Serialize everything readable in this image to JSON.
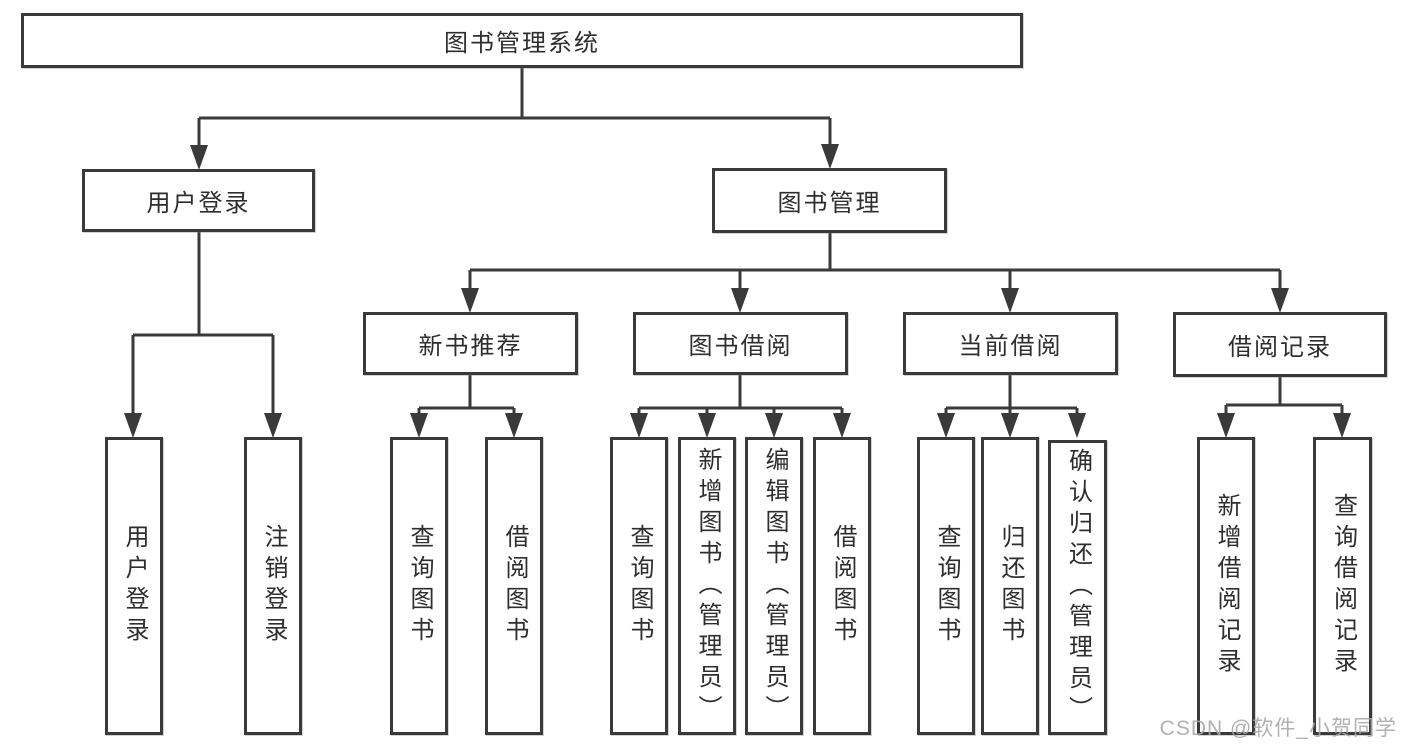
{
  "diagram": {
    "title": "图书管理系统",
    "nodes": {
      "root": {
        "label": "图书管理系统"
      },
      "level2": [
        {
          "label": "用户登录",
          "parent": "图书管理系统"
        },
        {
          "label": "图书管理",
          "parent": "图书管理系统"
        }
      ],
      "level3": [
        {
          "label": "新书推荐",
          "parent": "图书管理"
        },
        {
          "label": "图书借阅",
          "parent": "图书管理"
        },
        {
          "label": "当前借阅",
          "parent": "图书管理"
        },
        {
          "label": "借阅记录",
          "parent": "图书管理"
        }
      ],
      "leaves": [
        {
          "label": "用户登录",
          "parent": "用户登录"
        },
        {
          "label": "注销登录",
          "parent": "用户登录"
        },
        {
          "label": "查询图书",
          "parent": "新书推荐"
        },
        {
          "label": "借阅图书",
          "parent": "新书推荐"
        },
        {
          "label": "查询图书",
          "parent": "图书借阅"
        },
        {
          "label": "新增图书（管理员）",
          "parent": "图书借阅"
        },
        {
          "label": "编辑图书（管理员）",
          "parent": "图书借阅"
        },
        {
          "label": "借阅图书",
          "parent": "图书借阅"
        },
        {
          "label": "查询图书",
          "parent": "当前借阅"
        },
        {
          "label": "归还图书",
          "parent": "当前借阅"
        },
        {
          "label": "确认归还（管理员）",
          "parent": "当前借阅"
        },
        {
          "label": "新增借阅记录",
          "parent": "借阅记录"
        },
        {
          "label": "查询借阅记录",
          "parent": "借阅记录"
        }
      ]
    },
    "colors": {
      "line": "#3a3a3a",
      "text": "#2e2e2e",
      "background": "#ffffff",
      "watermark": "#a8a8a8"
    }
  },
  "watermark": {
    "text": "CSDN @软件_小贺同学"
  }
}
